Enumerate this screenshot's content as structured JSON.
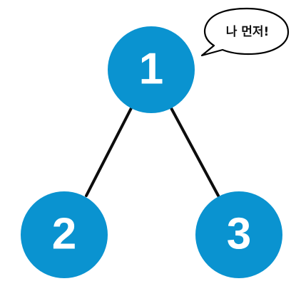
{
  "colors": {
    "node_fill": "#0a93d0",
    "edge": "#0d0d0d",
    "bubble_fill": "#ffffff",
    "bubble_stroke": "#000000"
  },
  "nodes": [
    {
      "label": "1"
    },
    {
      "label": "2"
    },
    {
      "label": "3"
    }
  ],
  "edges": [
    {
      "from": "1",
      "to": "2"
    },
    {
      "from": "1",
      "to": "3"
    }
  ],
  "speech_bubble": {
    "text": "나 먼저!",
    "attached_to": "1"
  }
}
